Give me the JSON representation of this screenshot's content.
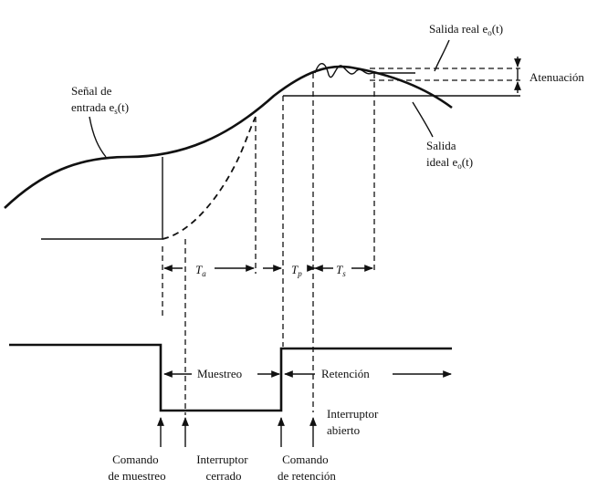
{
  "labels": {
    "input_signal": [
      "Señal de",
      "entrada e",
      "s",
      "(t)"
    ],
    "real_output": [
      "Salida real e",
      "o",
      "(t)"
    ],
    "attenuation": "Atenuación",
    "ideal_output": [
      "Salida",
      "ideal e",
      "o",
      "(t)"
    ],
    "t_a": [
      "T",
      "a"
    ],
    "t_p": [
      "T",
      "p"
    ],
    "t_s": [
      "T",
      "s"
    ],
    "sampling": "Muestreo",
    "hold": "Retención",
    "switch_open": [
      "Interruptor",
      "abierto"
    ],
    "sample_command": [
      "Comando",
      "de muestreo"
    ],
    "switch_closed": [
      "Interruptor",
      "cerrado"
    ],
    "hold_command": [
      "Comando",
      "de retención"
    ]
  }
}
